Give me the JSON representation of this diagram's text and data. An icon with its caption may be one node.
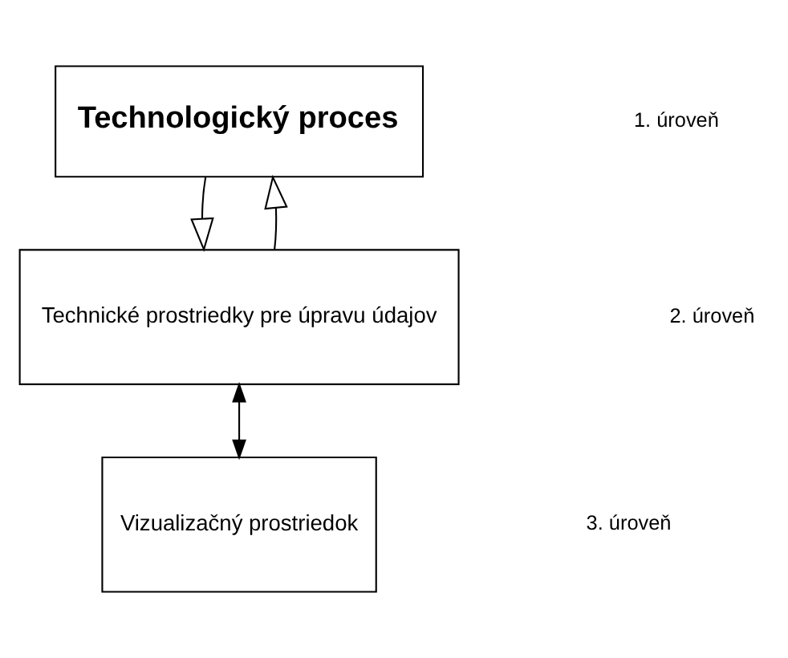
{
  "diagram": {
    "nodes": [
      {
        "text": [
          "Technologický proces"
        ]
      },
      {
        "text": [
          "Technické prostriedky pre úpravu údajov"
        ]
      },
      {
        "text": [
          "Vizualizačný prostriedok"
        ]
      }
    ],
    "labels": [
      "1. úroveň",
      "2. úroveň",
      "3. úroveň"
    ],
    "edges": [
      {
        "from": 0,
        "to": 1,
        "arrow": "to"
      },
      {
        "from": 1,
        "to": 0,
        "arrow": "to"
      },
      {
        "from": 1,
        "to": 2,
        "arrow": "both"
      }
    ]
  }
}
